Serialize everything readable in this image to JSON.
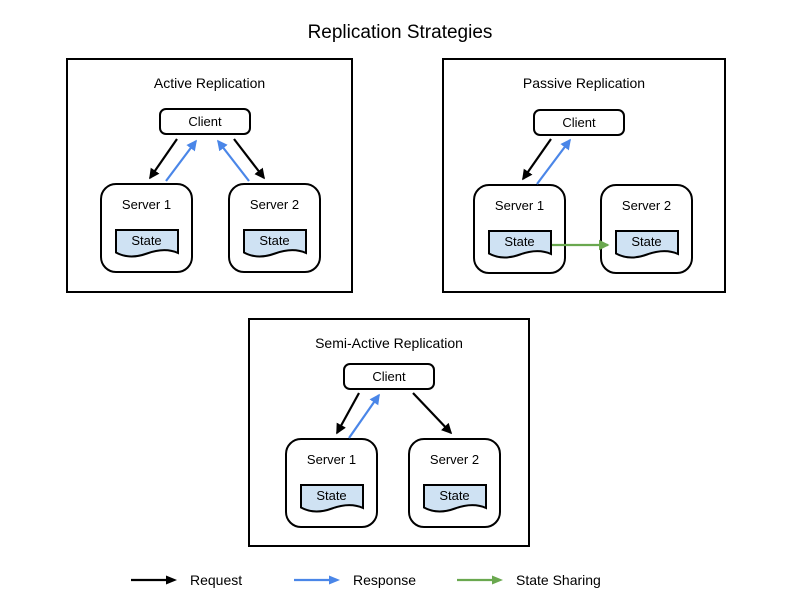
{
  "title": "Replication Strategies",
  "colors": {
    "request": "#000000",
    "response": "#4a86e8",
    "state_sharing": "#6aa84f",
    "state_fill": "#cfe2f3",
    "node_border": "#000000"
  },
  "panels": [
    {
      "label": "Active Replication",
      "client": "Client",
      "servers": [
        {
          "label": "Server 1",
          "state": "State"
        },
        {
          "label": "Server 2",
          "state": "State"
        }
      ],
      "edges": [
        {
          "type": "request",
          "from": "Client",
          "to": "Server 1"
        },
        {
          "type": "response",
          "from": "Server 1",
          "to": "Client"
        },
        {
          "type": "request",
          "from": "Client",
          "to": "Server 2"
        },
        {
          "type": "response",
          "from": "Server 2",
          "to": "Client"
        }
      ]
    },
    {
      "label": "Passive Replication",
      "client": "Client",
      "servers": [
        {
          "label": "Server 1",
          "state": "State"
        },
        {
          "label": "Server 2",
          "state": "State"
        }
      ],
      "edges": [
        {
          "type": "request",
          "from": "Client",
          "to": "Server 1"
        },
        {
          "type": "response",
          "from": "Server 1",
          "to": "Client"
        },
        {
          "type": "state_sharing",
          "from": "Server 1 State",
          "to": "Server 2 State"
        }
      ]
    },
    {
      "label": "Semi-Active Replication",
      "client": "Client",
      "servers": [
        {
          "label": "Server 1",
          "state": "State"
        },
        {
          "label": "Server 2",
          "state": "State"
        }
      ],
      "edges": [
        {
          "type": "request",
          "from": "Client",
          "to": "Server 1"
        },
        {
          "type": "response",
          "from": "Server 1",
          "to": "Client"
        },
        {
          "type": "request",
          "from": "Client",
          "to": "Server 2"
        }
      ]
    }
  ],
  "legend": {
    "items": [
      {
        "label": "Request",
        "color": "#000000"
      },
      {
        "label": "Response",
        "color": "#4a86e8"
      },
      {
        "label": "State Sharing",
        "color": "#6aa84f"
      }
    ]
  }
}
